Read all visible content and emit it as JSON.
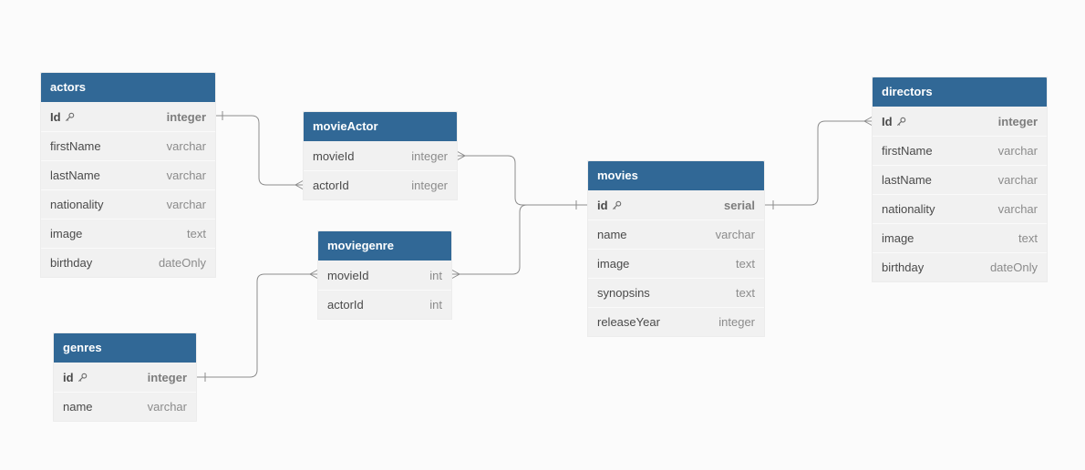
{
  "tables": [
    {
      "id": "actors",
      "title": "actors",
      "fields": [
        {
          "name": "Id",
          "type": "integer",
          "pk": true
        },
        {
          "name": "firstName",
          "type": "varchar",
          "pk": false
        },
        {
          "name": "lastName",
          "type": "varchar",
          "pk": false
        },
        {
          "name": "nationality",
          "type": "varchar",
          "pk": false
        },
        {
          "name": "image",
          "type": "text",
          "pk": false
        },
        {
          "name": "birthday",
          "type": "dateOnly",
          "pk": false
        }
      ]
    },
    {
      "id": "movieActor",
      "title": "movieActor",
      "fields": [
        {
          "name": "movieId",
          "type": "integer",
          "pk": false
        },
        {
          "name": "actorId",
          "type": "integer",
          "pk": false
        }
      ]
    },
    {
      "id": "moviegenre",
      "title": "moviegenre",
      "fields": [
        {
          "name": "movieId",
          "type": "int",
          "pk": false
        },
        {
          "name": "actorId",
          "type": "int",
          "pk": false
        }
      ]
    },
    {
      "id": "genres",
      "title": "genres",
      "fields": [
        {
          "name": "id",
          "type": "integer",
          "pk": true
        },
        {
          "name": "name",
          "type": "varchar",
          "pk": false
        }
      ]
    },
    {
      "id": "movies",
      "title": "movies",
      "fields": [
        {
          "name": "id",
          "type": "serial",
          "pk": true
        },
        {
          "name": "name",
          "type": "varchar",
          "pk": false
        },
        {
          "name": "image",
          "type": "text",
          "pk": false
        },
        {
          "name": "synopsins",
          "type": "text",
          "pk": false
        },
        {
          "name": "releaseYear",
          "type": "integer",
          "pk": false
        }
      ]
    },
    {
      "id": "directors",
      "title": "directors",
      "fields": [
        {
          "name": "Id",
          "type": "integer",
          "pk": true
        },
        {
          "name": "firstName",
          "type": "varchar",
          "pk": false
        },
        {
          "name": "lastName",
          "type": "varchar",
          "pk": false
        },
        {
          "name": "nationality",
          "type": "varchar",
          "pk": false
        },
        {
          "name": "image",
          "type": "text",
          "pk": false
        },
        {
          "name": "birthday",
          "type": "dateOnly",
          "pk": false
        }
      ]
    }
  ],
  "colors": {
    "header": "#316896",
    "body": "#f1f1f1",
    "connector": "#8c8c8c"
  },
  "icons": {
    "primary_key": "key-icon"
  }
}
